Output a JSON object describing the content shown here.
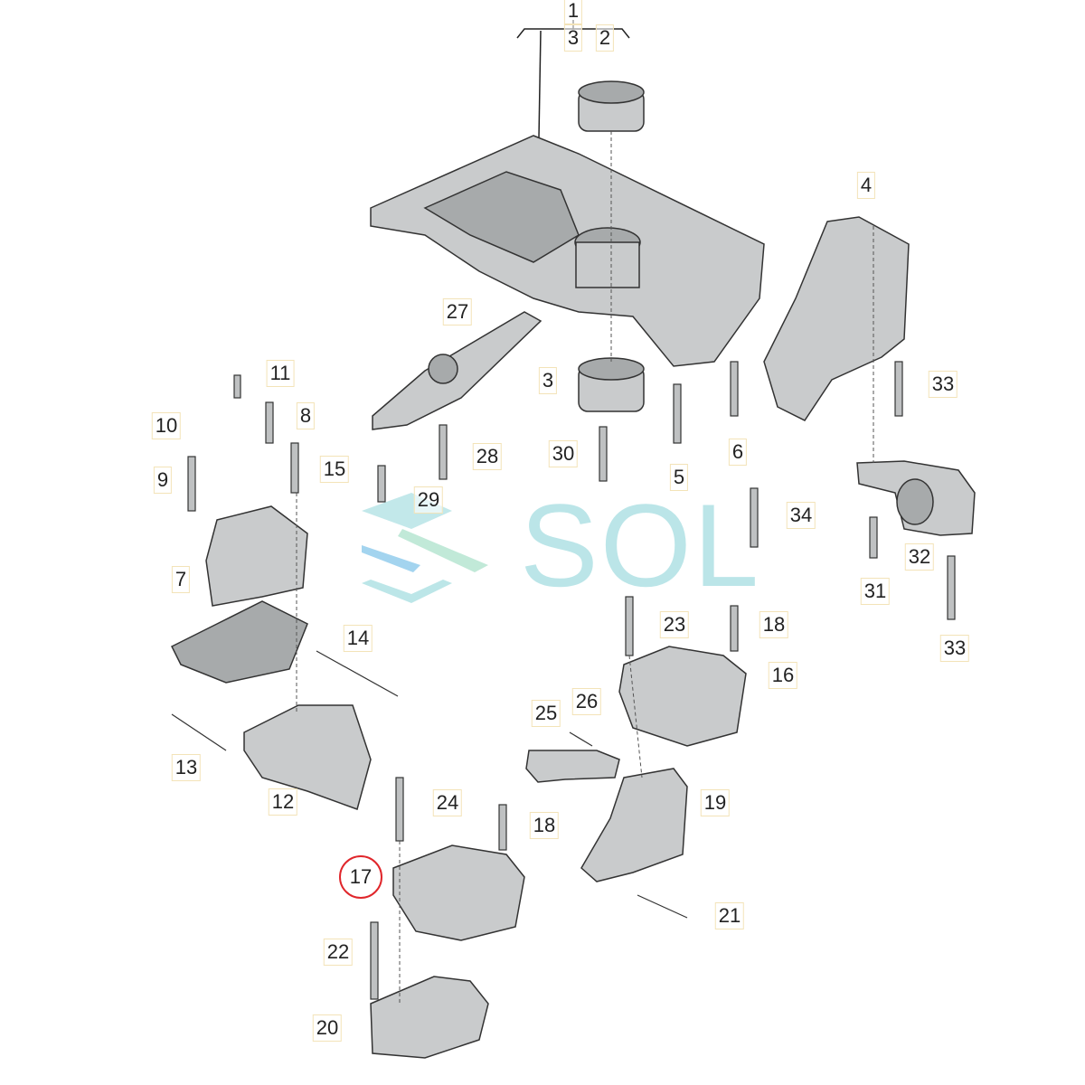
{
  "title": "Engine/Transmission Mount & Subframe Parts Diagram",
  "watermark": {
    "text": "SOL",
    "colors": [
      "#8fd5d9",
      "#a7e0c8",
      "#7cc2e8"
    ]
  },
  "highlight_color": "#e0262b",
  "callouts": [
    {
      "label": "1"
    },
    {
      "label": "3"
    },
    {
      "label": "2"
    },
    {
      "label": "4"
    },
    {
      "label": "27"
    },
    {
      "label": "11"
    },
    {
      "label": "10"
    },
    {
      "label": "8"
    },
    {
      "label": "9"
    },
    {
      "label": "15"
    },
    {
      "label": "28"
    },
    {
      "label": "3"
    },
    {
      "label": "30"
    },
    {
      "label": "5"
    },
    {
      "label": "6"
    },
    {
      "label": "33"
    },
    {
      "label": "34"
    },
    {
      "label": "29"
    },
    {
      "label": "32"
    },
    {
      "label": "31"
    },
    {
      "label": "33"
    },
    {
      "label": "7"
    },
    {
      "label": "23"
    },
    {
      "label": "18"
    },
    {
      "label": "16"
    },
    {
      "label": "14"
    },
    {
      "label": "25"
    },
    {
      "label": "26"
    },
    {
      "label": "13"
    },
    {
      "label": "12"
    },
    {
      "label": "24"
    },
    {
      "label": "18"
    },
    {
      "label": "19"
    },
    {
      "label": "17",
      "highlighted": true
    },
    {
      "label": "21"
    },
    {
      "label": "22"
    },
    {
      "label": "20"
    }
  ]
}
